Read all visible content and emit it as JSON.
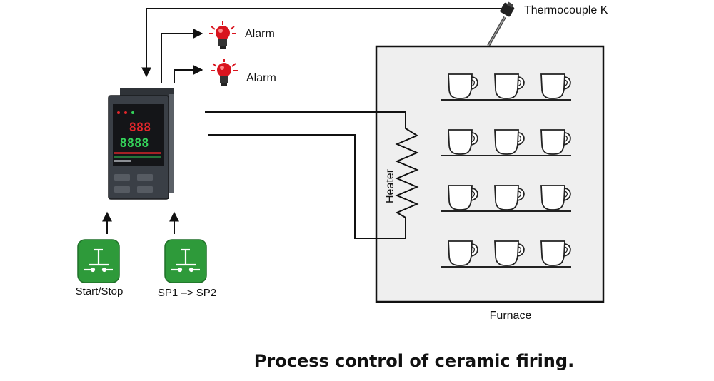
{
  "labels": {
    "thermocouple": "Thermocouple K",
    "alarm_1": "Alarm",
    "alarm_2": "Alarm",
    "heater": "Heater",
    "furnace": "Furnace",
    "button_start_stop": "Start/Stop",
    "button_setpoint": "SP1 –> SP2"
  },
  "caption": "Process control of ceramic firing.",
  "controller": {
    "display_top": "888",
    "display_bottom": "8888"
  },
  "icons": {
    "alarm": "alarm-lamp-icon",
    "button": "push-button-icon",
    "sensor": "thermocouple-probe-icon",
    "heater": "heater-resistor-icon",
    "cup": "ceramic-cup-icon"
  },
  "colors": {
    "alarm_red": "#d9141e",
    "button_green": "#2e9a3a",
    "furnace_fill": "#efefef",
    "display_red": "#e2262b",
    "display_green": "#34d35a"
  },
  "furnace_contents": {
    "shelves": 4,
    "cups_per_shelf": 3
  }
}
